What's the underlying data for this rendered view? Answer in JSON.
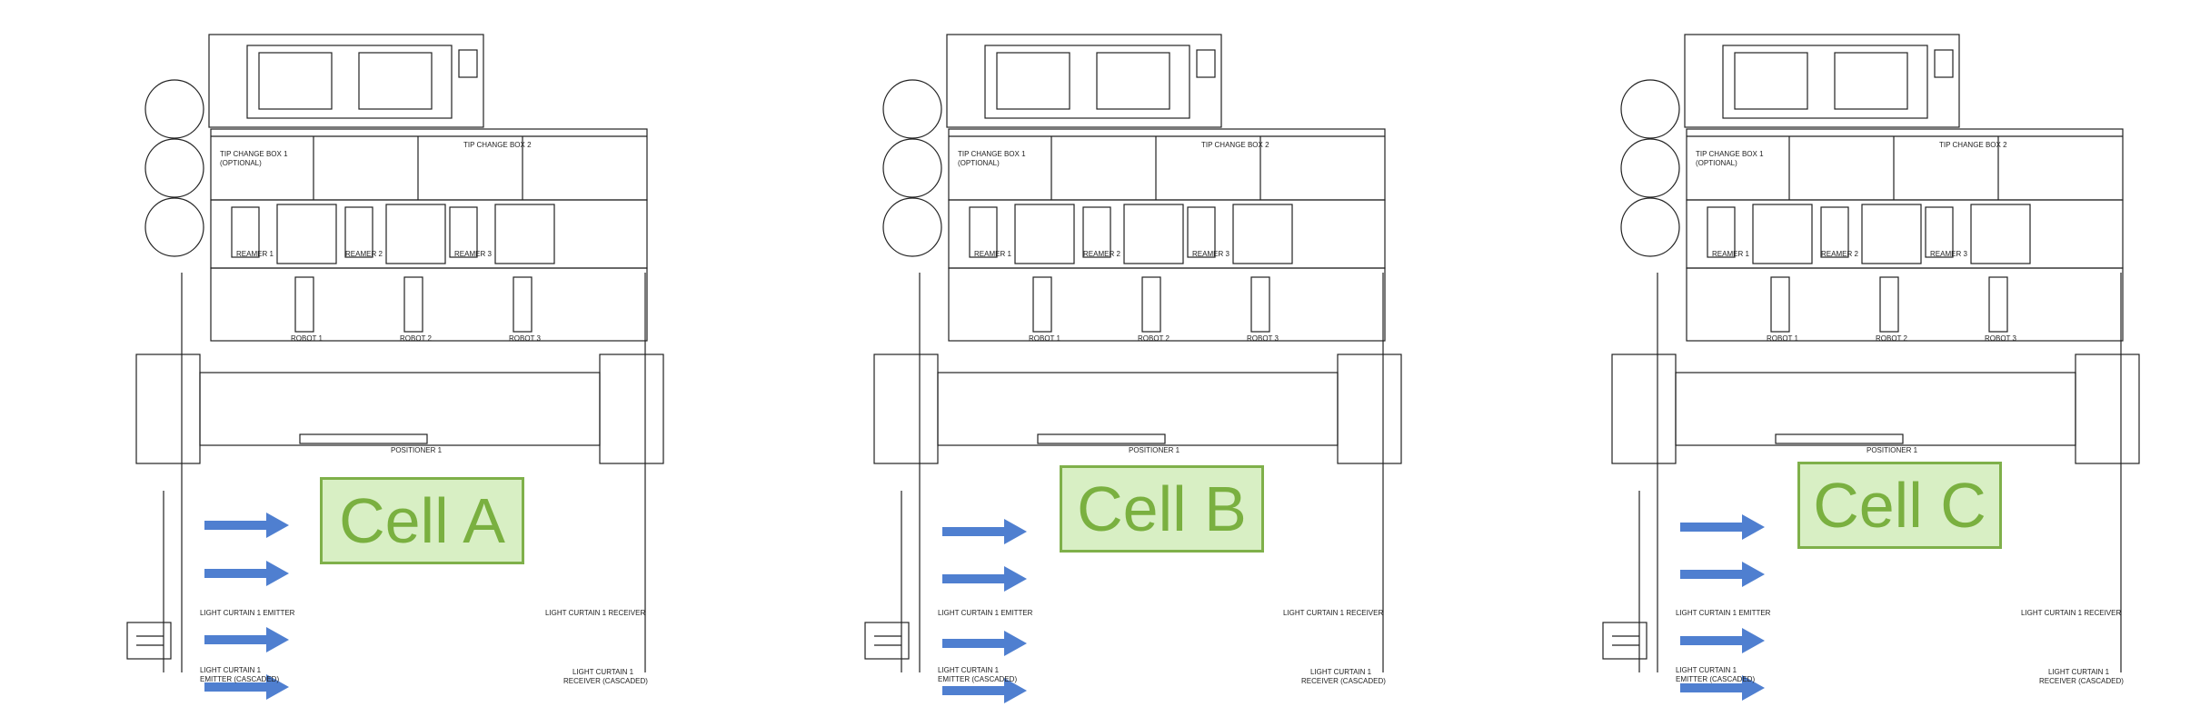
{
  "cells": [
    {
      "label": "Cell A",
      "tip_change_box_1": "TIP CHANGE BOX 1",
      "tip_change_box_2": "TIP CHANGE BOX 2",
      "optional": "(OPTIONAL)",
      "reamer_1": "REAMER 1",
      "reamer_2": "REAMER 2",
      "reamer_3": "REAMER 3",
      "robot_1": "ROBOT 1",
      "robot_2": "ROBOT 2",
      "robot_3": "ROBOT 3",
      "positioner": "POSITIONER 1",
      "emitter": "LIGHT CURTAIN 1 EMITTER",
      "receiver": "LIGHT CURTAIN 1 RECEIVER",
      "emitter_cascaded_1": "LIGHT CURTAIN 1",
      "emitter_cascaded_2": "EMITTER (CASCADED)",
      "receiver_cascaded_1": "LIGHT CURTAIN 1",
      "receiver_cascaded_2": "RECEIVER (CASCADED)"
    },
    {
      "label": "Cell B",
      "tip_change_box_1": "TIP CHANGE BOX 1",
      "tip_change_box_2": "TIP CHANGE BOX 2",
      "optional": "(OPTIONAL)",
      "reamer_1": "REAMER 1",
      "reamer_2": "REAMER 2",
      "reamer_3": "REAMER 3",
      "robot_1": "ROBOT 1",
      "robot_2": "ROBOT 2",
      "robot_3": "ROBOT 3",
      "positioner": "POSITIONER 1",
      "emitter": "LIGHT CURTAIN 1 EMITTER",
      "receiver": "LIGHT CURTAIN 1 RECEIVER",
      "emitter_cascaded_1": "LIGHT CURTAIN 1",
      "emitter_cascaded_2": "EMITTER (CASCADED)",
      "receiver_cascaded_1": "LIGHT CURTAIN 1",
      "receiver_cascaded_2": "RECEIVER (CASCADED)"
    },
    {
      "label": "Cell C",
      "tip_change_box_1": "TIP CHANGE BOX 1",
      "tip_change_box_2": "TIP CHANGE BOX 2",
      "optional": "(OPTIONAL)",
      "reamer_1": "REAMER 1",
      "reamer_2": "REAMER 2",
      "reamer_3": "REAMER 3",
      "robot_1": "ROBOT 1",
      "robot_2": "ROBOT 2",
      "robot_3": "ROBOT 3",
      "positioner": "POSITIONER 1",
      "emitter": "LIGHT CURTAIN 1 EMITTER",
      "receiver": "LIGHT CURTAIN 1 RECEIVER",
      "emitter_cascaded_1": "LIGHT CURTAIN 1",
      "emitter_cascaded_2": "EMITTER (CASCADED)",
      "receiver_cascaded_1": "LIGHT CURTAIN 1",
      "receiver_cascaded_2": "RECEIVER (CASCADED)"
    }
  ],
  "colors": {
    "line": "#222222",
    "arrow": "#4f7fd0",
    "label_fill": "#d8efc4",
    "label_border": "#7fb04a",
    "label_text": "#7ab040"
  },
  "icons": [
    "arrow-right-icon",
    "control-panel-icon",
    "reel-icon"
  ]
}
